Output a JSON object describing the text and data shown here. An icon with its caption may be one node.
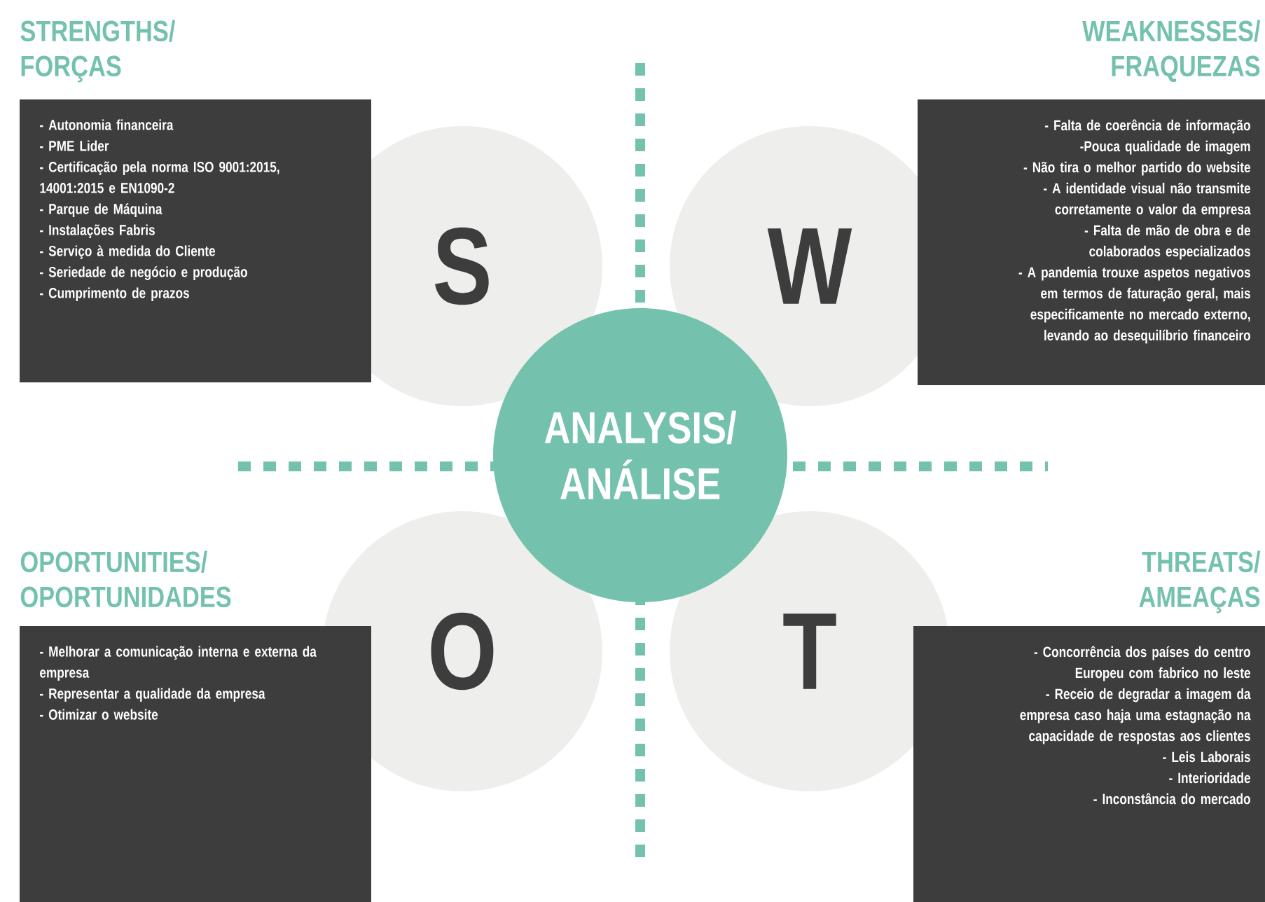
{
  "diagram": {
    "nodes": [
      {
        "text": [
          "STRENGTHS/ FORÇAS",
          "- Autonomia financeira",
          "- PME Lider",
          "- Certificação pela norma ISO 9001:2015, 14001:2015 e EN1090-2",
          "- Parque de Máquina",
          "- Instalações Fabris",
          "- Serviço à medida do Cliente",
          "- Seriedade de negócio e produção",
          "- Cumprimento de prazos"
        ]
      },
      {
        "text": [
          "WEAKNESSES/ FRAQUEZAS",
          "- Falta de coerência de informação",
          "-Pouca qualidade de imagem",
          "- Não tira o melhor partido do website",
          "- A identidade visual não transmite corretamente o valor da empresa",
          "- Falta de mão de obra e de colaborados especializados",
          "- A pandemia trouxe aspetos negativos em termos de faturação geral, mais especificamente no mercado externo, levando ao desequilíbrio financeiro"
        ]
      },
      {
        "text": [
          "S"
        ]
      },
      {
        "text": [
          "W"
        ]
      },
      {
        "text": [
          "ANALYSIS/ ANÁLISE"
        ]
      },
      {
        "text": [
          "OPORTUNITIES/ OPORTUNIDADES",
          "- Melhorar a comunicação interna e externa da empresa",
          "- Representar a qualidade da empresa",
          "- Otimizar o website"
        ]
      },
      {
        "text": [
          "THREATS/ AMEAÇAS",
          "- Concorrência dos países do centro Europeu com fabrico no leste",
          "- Receio de degradar a imagem da empresa caso haja uma estagnação na capacidade de respostas aos clientes",
          "- Leis Laborais",
          "- Interioridade",
          "- Inconstância do mercado"
        ]
      },
      {
        "text": [
          "O"
        ]
      },
      {
        "text": [
          "T"
        ]
      }
    ]
  }
}
